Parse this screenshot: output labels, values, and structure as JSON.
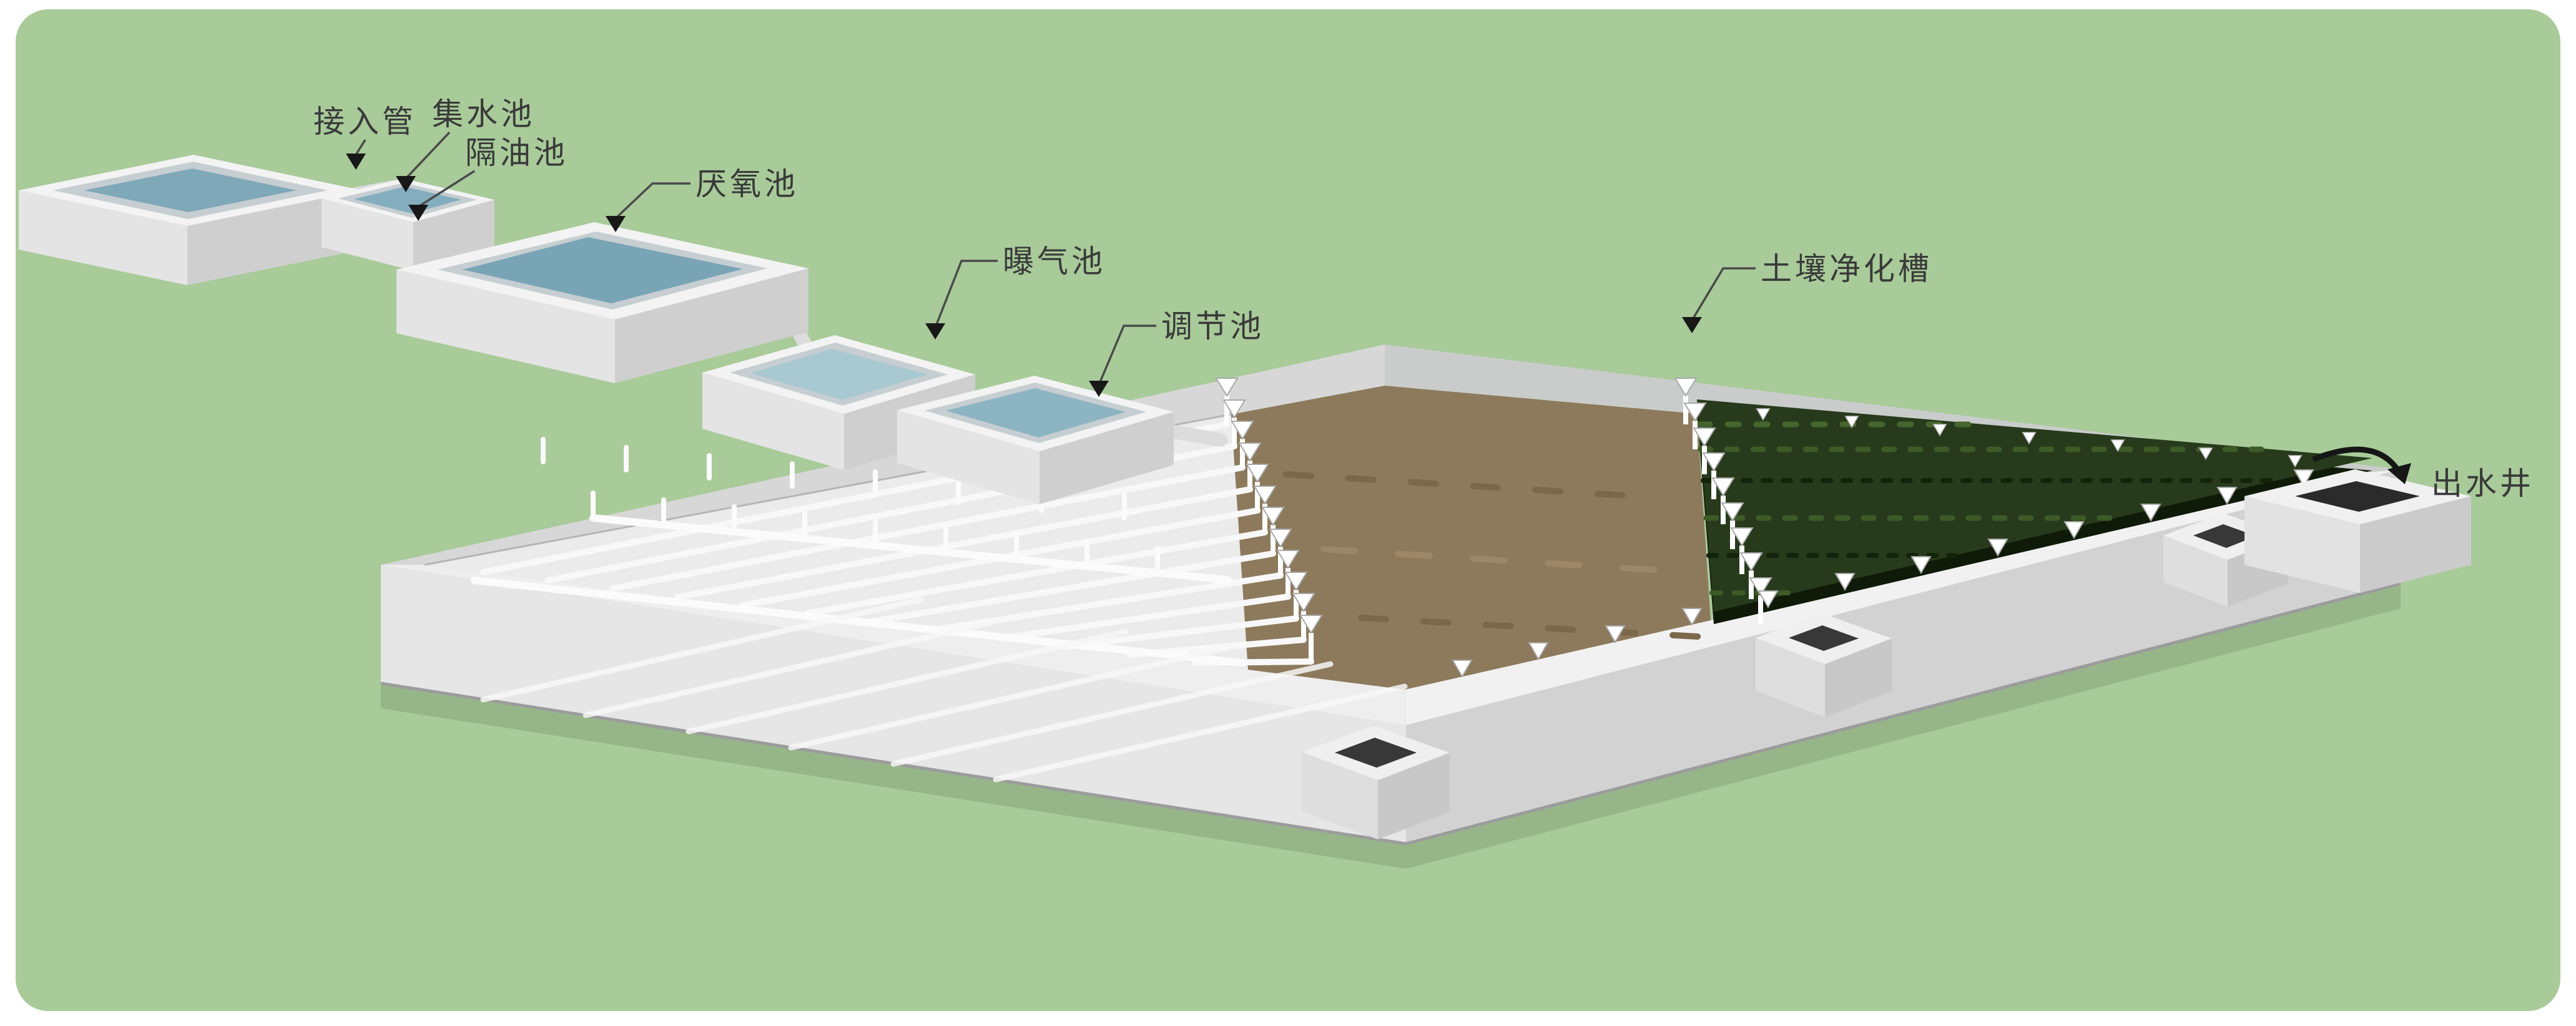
{
  "scene": {
    "panel_color": "#a8cb99",
    "labels": {
      "inlet_pipe": "接入管",
      "collection_tank": "集水池",
      "grease_trap": "隔油池",
      "anaerobic_tank": "厌氧池",
      "aeration_tank": "曝气池",
      "equalization_tank": "调节池",
      "soil_trench": "土壤净化槽",
      "outlet_well": "出水井"
    },
    "colors": {
      "water_blue": "#7fa8b8",
      "concrete_light": "#f3f3f3",
      "concrete_shade": "#d2d2d2",
      "soil_brown": "#8d7a5c",
      "vegetation_green": "#273b1c",
      "label_text": "#3a3a3a"
    }
  }
}
